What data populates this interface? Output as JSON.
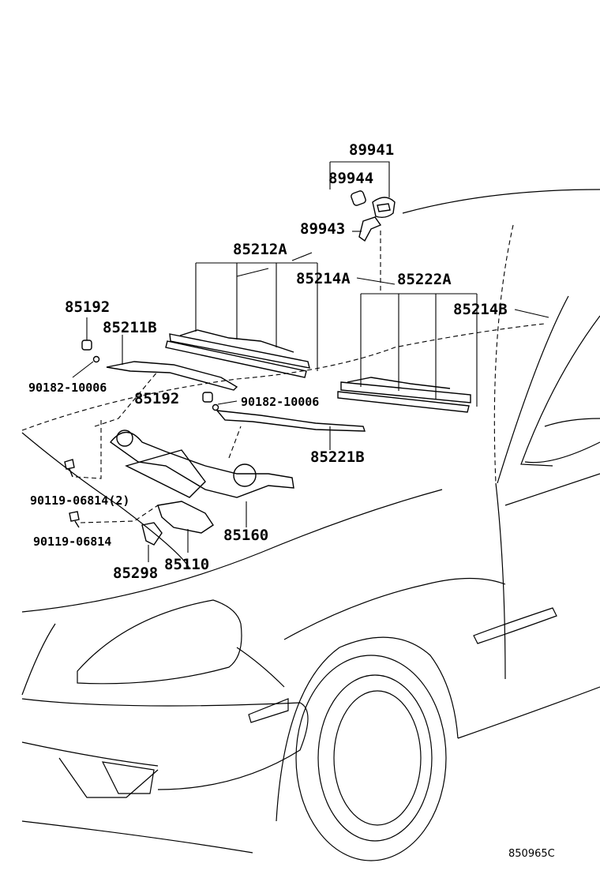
{
  "labels": {
    "p89941": "89941",
    "p89944": "89944",
    "p89943": "89943",
    "p85212A": "85212A",
    "p85214A": "85214A",
    "p85222A": "85222A",
    "p85214B": "85214B",
    "p85192_top": "85192",
    "p85211B": "85211B",
    "p90182_left": "90182-10006",
    "p85192_mid": "85192",
    "p90182_right": "90182-10006",
    "p85221B": "85221B",
    "p90119_a": "90119-06814(2)",
    "p90119_b": "90119-06814",
    "p85160": "85160",
    "p85110": "85110",
    "p85298": "85298",
    "ref_code": "850965C"
  }
}
